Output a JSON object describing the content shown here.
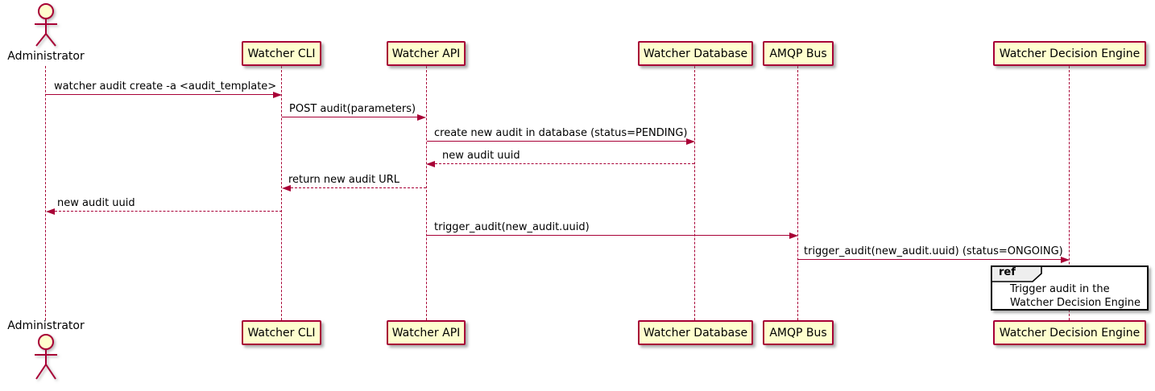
{
  "diagram": {
    "type": "plantuml-sequence",
    "colors": {
      "participant_fill": "#FEFECE",
      "participant_border": "#A80036",
      "lifeline": "#A80036",
      "arrow": "#A80036",
      "text": "#000000",
      "ref_fill": "#FFFFFF",
      "ref_border": "#000000",
      "ref_tab_fill": "#EEEEEE"
    },
    "actor": {
      "label": "Administrator"
    },
    "participants": [
      {
        "label": "Watcher CLI"
      },
      {
        "label": "Watcher API"
      },
      {
        "label": "Watcher Database"
      },
      {
        "label": "AMQP Bus"
      },
      {
        "label": "Watcher Decision Engine"
      }
    ],
    "messages": [
      {
        "from": "Administrator",
        "to": "Watcher CLI",
        "label": "watcher audit create -a <audit_template>",
        "line": "solid"
      },
      {
        "from": "Watcher CLI",
        "to": "Watcher API",
        "label": "POST audit(parameters)",
        "line": "solid"
      },
      {
        "from": "Watcher API",
        "to": "Watcher Database",
        "label": "create new audit in database (status=PENDING)",
        "line": "solid"
      },
      {
        "from": "Watcher Database",
        "to": "Watcher API",
        "label": "new audit uuid",
        "line": "dashed"
      },
      {
        "from": "Watcher API",
        "to": "Watcher CLI",
        "label": "return new audit URL",
        "line": "dashed"
      },
      {
        "from": "Watcher CLI",
        "to": "Administrator",
        "label": "new audit uuid",
        "line": "dashed"
      },
      {
        "from": "Watcher API",
        "to": "AMQP Bus",
        "label": "trigger_audit(new_audit.uuid)",
        "line": "solid"
      },
      {
        "from": "AMQP Bus",
        "to": "Watcher Decision Engine",
        "label": "trigger_audit(new_audit.uuid) (status=ONGOING)",
        "line": "solid"
      }
    ],
    "ref": {
      "keyword": "ref",
      "lines": [
        "Trigger audit in the",
        "Watcher Decision Engine"
      ]
    }
  }
}
